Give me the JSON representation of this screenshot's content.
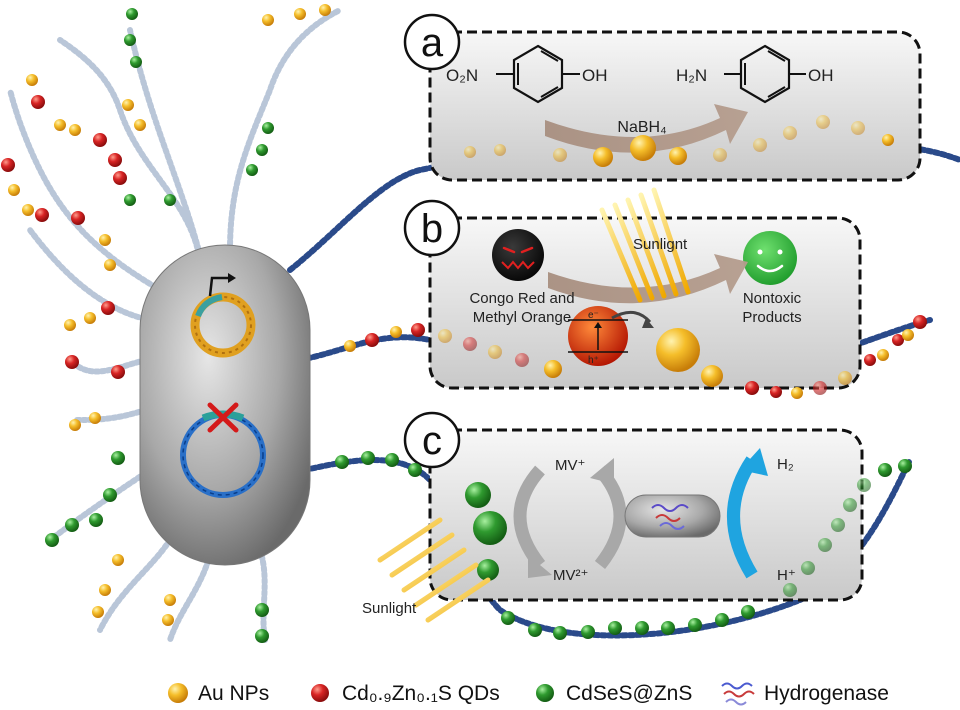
{
  "panels": {
    "a": {
      "letter": "a",
      "reactant_group": "O₂N",
      "reactant_oh": "OH",
      "product_group": "H₂N",
      "product_oh": "OH",
      "reagent": "NaBH₄"
    },
    "b": {
      "letter": "b",
      "light_label": "Sunlignt",
      "dye_label_line1": "Congo Red and",
      "dye_label_line2": "Methyl Orange",
      "product_label_line1": "Nontoxic",
      "product_label_line2": "Products",
      "electron_label": "e⁻",
      "hole_label": "h⁺"
    },
    "c": {
      "letter": "c",
      "mv_top": "MV⁺",
      "mv_bottom": "MV²⁺",
      "h2_label": "H₂",
      "hplus_label": "H⁺",
      "light_label": "Sunlight"
    }
  },
  "legend": [
    {
      "label": "Au NPs",
      "color": "#f2b01e"
    },
    {
      "label": "Cd₀.₉Zn₀.₁S QDs",
      "color": "#d42020"
    },
    {
      "label": "CdSeS@ZnS",
      "color": "#2f9a2f"
    },
    {
      "label": "Hydrogenase",
      "color": "#8a6aa8"
    }
  ]
}
